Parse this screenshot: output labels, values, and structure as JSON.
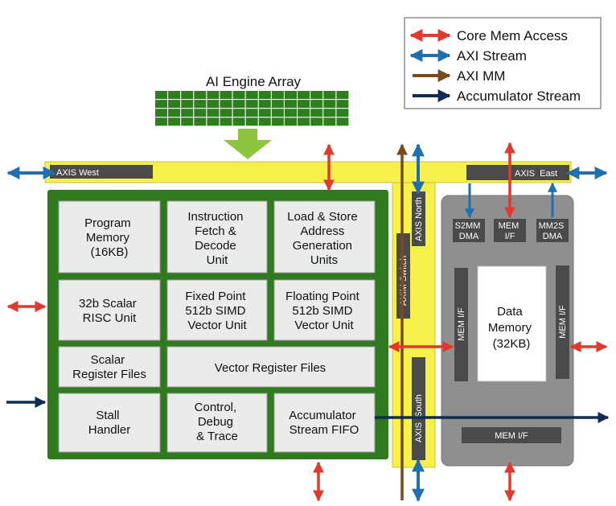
{
  "legend": [
    {
      "label": "Core Mem Access",
      "color": "#e03a2e"
    },
    {
      "label": "AXI Stream",
      "color": "#1f6fb2"
    },
    {
      "label": "AXI MM",
      "color": "#7a4a1a"
    },
    {
      "label": "Accumulator Stream",
      "color": "#0f2d52"
    }
  ],
  "array_title": "AI Engine Array",
  "axis_west": "AXIS West",
  "axis_east": "AXIS  East",
  "axis_north": "AXIS North",
  "axim_switch": "AXIM Switch",
  "axis_south": "AXIS  South",
  "core_blocks": {
    "program_memory": [
      "Program",
      "Memory",
      "(16KB)"
    ],
    "instruction_fetch": [
      "Instruction",
      "Fetch &",
      "Decode",
      "Unit"
    ],
    "load_store": [
      "Load & Store",
      "Address",
      "Generation",
      "Units"
    ],
    "scalar_risc": [
      "32b Scalar",
      "RISC Unit"
    ],
    "fixed_point": [
      "Fixed Point",
      "512b SIMD",
      "Vector Unit"
    ],
    "floating_point": [
      "Floating Point",
      "512b SIMD",
      "Vector Unit"
    ],
    "scalar_regs": [
      "Scalar",
      "Register Files"
    ],
    "vector_regs": [
      "Vector Register Files"
    ],
    "stall_handler": [
      "Stall",
      "Handler"
    ],
    "control_debug": [
      "Control,",
      "Debug",
      "& Trace"
    ],
    "accum_fifo": [
      "Accumulator",
      "Stream FIFO"
    ]
  },
  "memory": {
    "s2mm": [
      "S2MM",
      "DMA"
    ],
    "mem_if_top": [
      "MEM",
      "I/F"
    ],
    "mm2s": [
      "MM2S",
      "DMA"
    ],
    "mem_if_left": "MEM I/F",
    "mem_if_right": "MEM I/F",
    "mem_if_bottom": "MEM I/F",
    "data_memory": [
      "Data",
      "Memory",
      "(32KB)"
    ]
  },
  "colors": {
    "core_mem": "#e03a2e",
    "axi_stream": "#1f6fb2",
    "axi_mm": "#7a4a1a",
    "accum": "#0f2d52",
    "core_green": "#2f7a1f",
    "bus_yellow": "#f5f04a",
    "array_green": "#2e7d1e",
    "down_arrow": "#8cc63f"
  }
}
